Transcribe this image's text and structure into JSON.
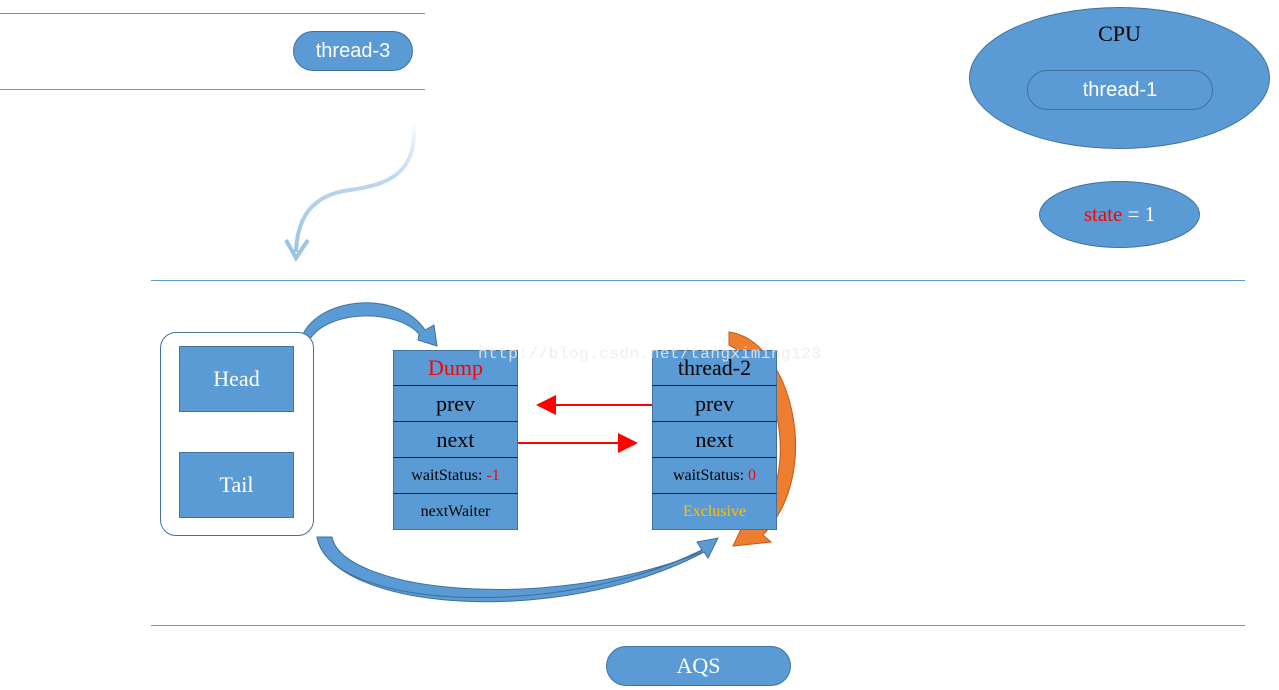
{
  "thread_pool": {
    "waiting_thread": "thread-3"
  },
  "cpu": {
    "label": "CPU",
    "running_thread": "thread-1"
  },
  "state": {
    "name": "state",
    "equals": " = 1"
  },
  "pointers": {
    "head": "Head",
    "tail": "Tail"
  },
  "queue": {
    "dump_node": {
      "title": "Dump",
      "prev": "prev",
      "next": "next",
      "wait_status_label": "waitStatus: ",
      "wait_status_value": "-1",
      "next_waiter": "nextWaiter"
    },
    "thread2_node": {
      "title": "thread-2",
      "prev": "prev",
      "next": "next",
      "wait_status_label": "waitStatus: ",
      "wait_status_value": "0",
      "next_waiter": "Exclusive"
    }
  },
  "aqs": {
    "label": "AQS"
  },
  "watermark": "http://blog.csdn.net/tangximing123",
  "colors": {
    "fill": "#5b9bd5",
    "border": "#41719c",
    "pointer_arrow": "#ff0000",
    "exclusive_arrow": "#ed7d31",
    "title_red": "#ff0000",
    "exclusive_text": "#ffc000"
  }
}
